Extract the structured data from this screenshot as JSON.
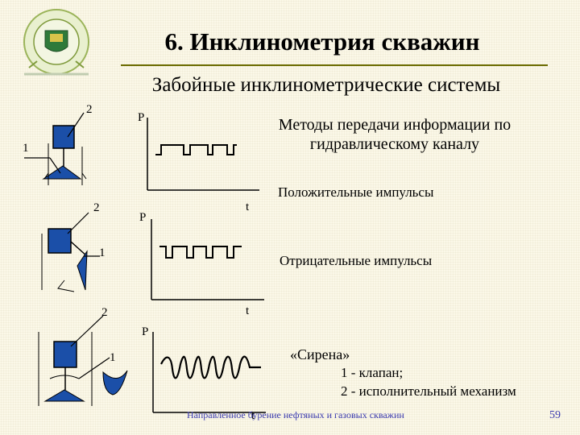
{
  "slide": {
    "title": "6. Инклинометрия скважин",
    "subtitle": "Забойные инклинометрические системы",
    "methods_heading": "Методы передачи информации по гидравлическому каналу",
    "positive_pulses": "Положительные импульсы",
    "negative_pulses": "Отрицательные импульсы",
    "siren": "«Сирена»",
    "legend_valve": "1 - клапан;",
    "legend_mechanism": "2 - исполнительный механизм",
    "footer": "Направленное бурение нефтяных и газовых скважин",
    "page_number": "59"
  },
  "diagram": {
    "axis_p": "P",
    "axis_t": "t",
    "label_1": "1",
    "label_2": "2"
  },
  "colors": {
    "accent_blue": "#1b4fa8",
    "rule": "#6b6b00",
    "footer_blue": "#3b3bb0"
  },
  "icons": [
    "university-emblem"
  ]
}
